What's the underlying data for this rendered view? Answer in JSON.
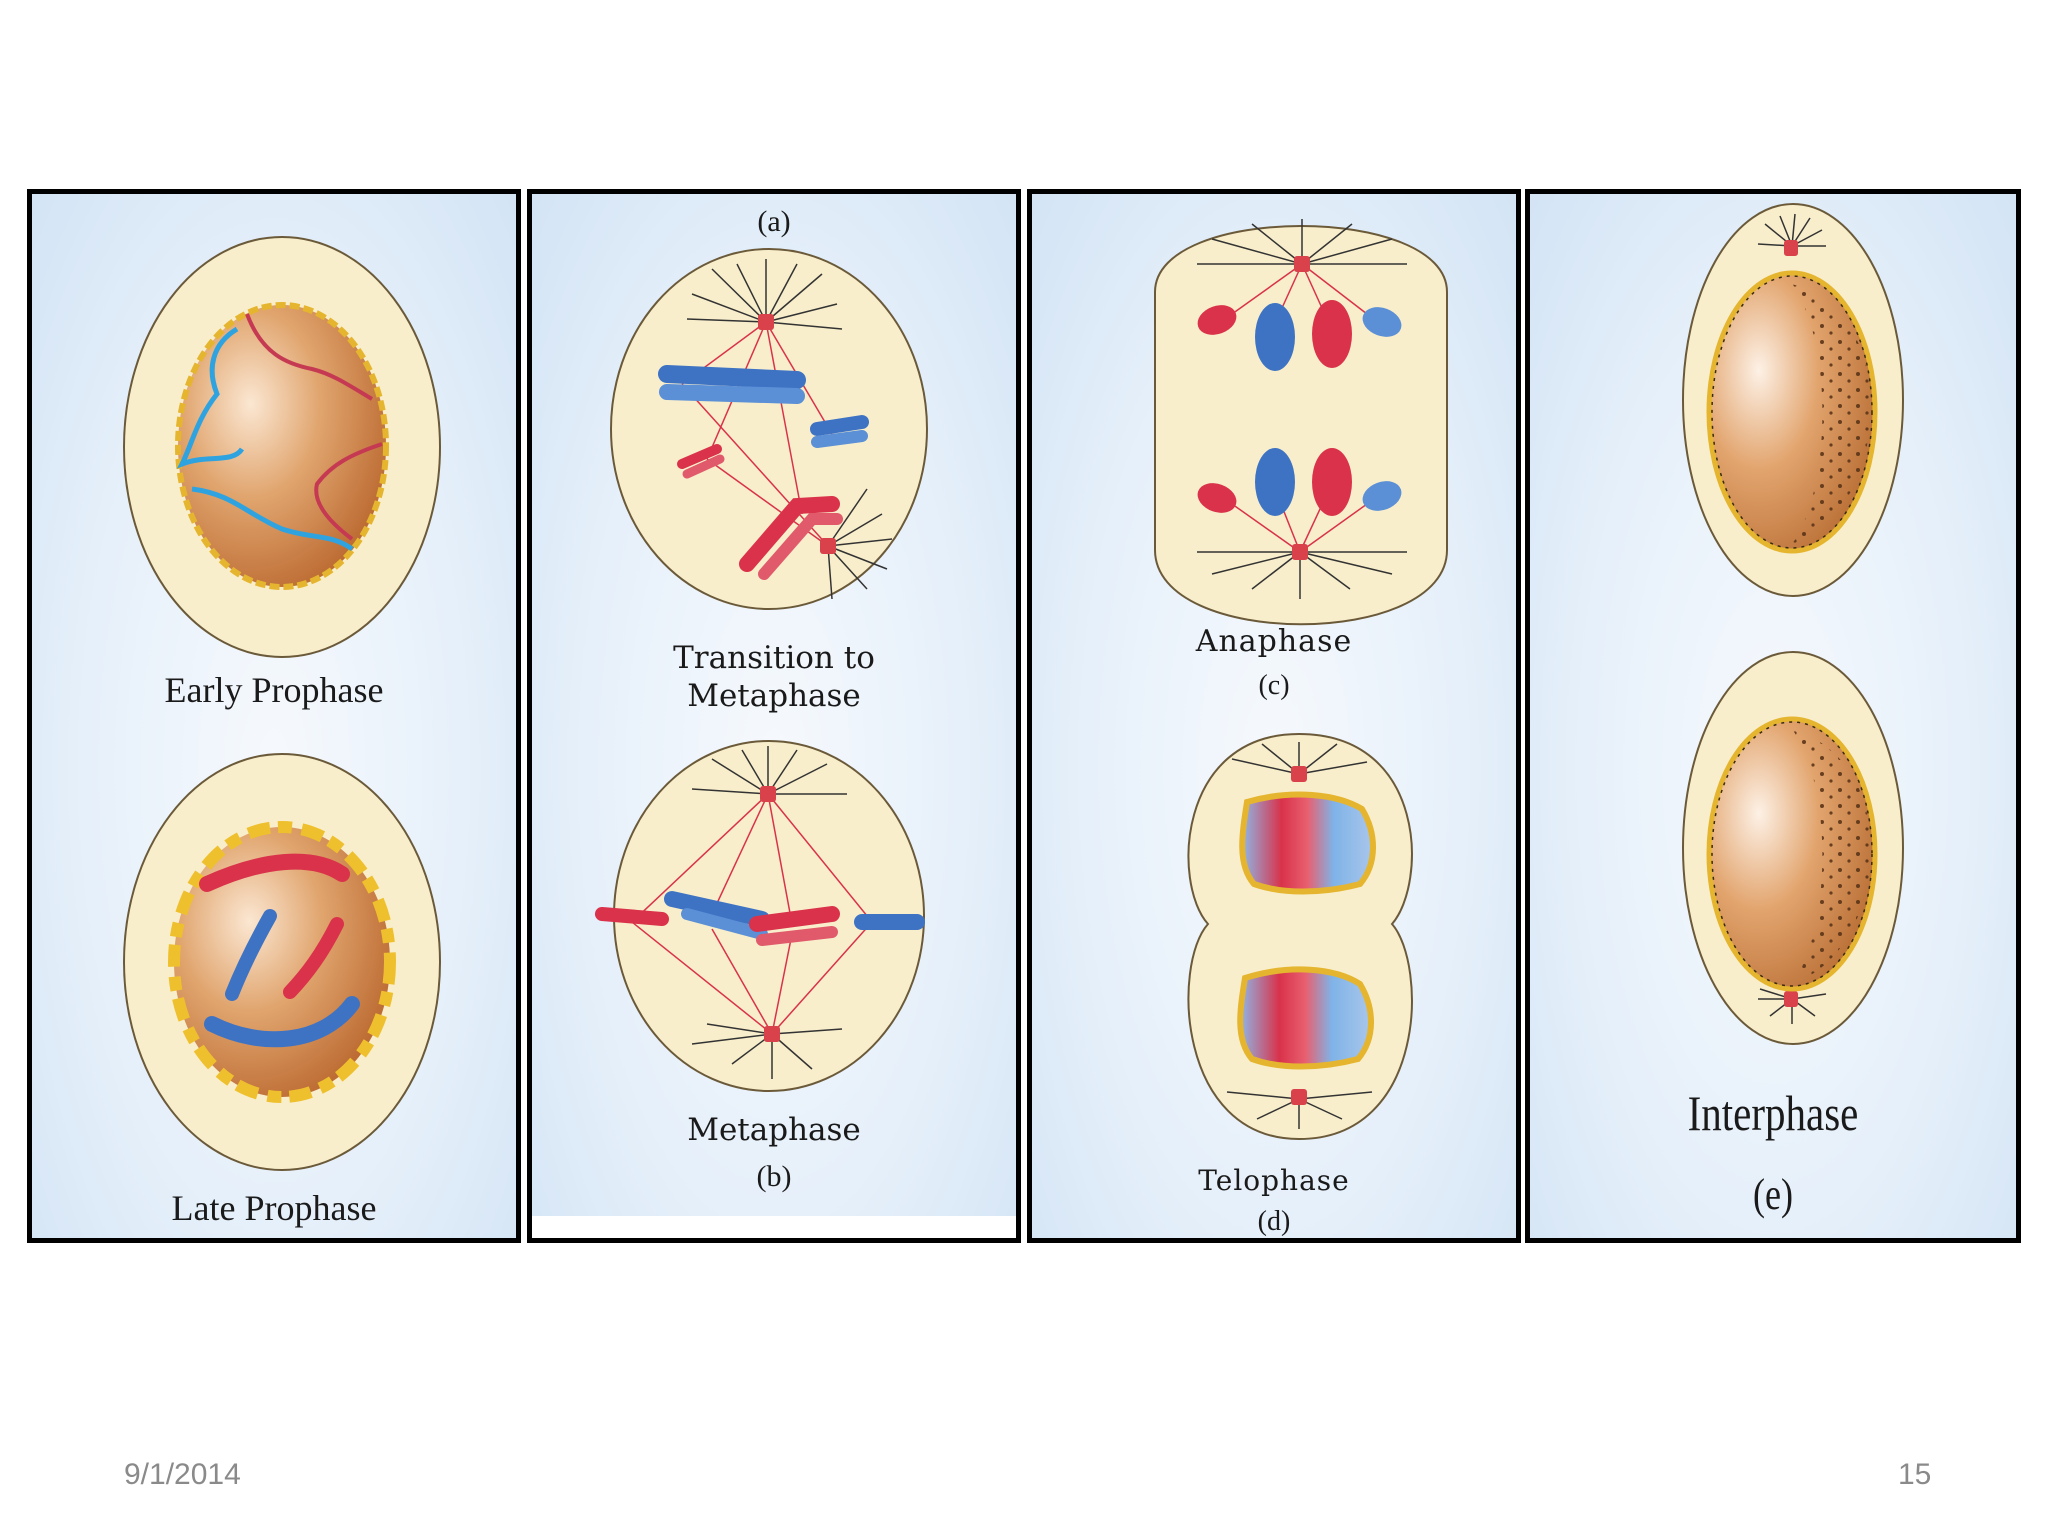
{
  "panels": [
    {
      "labels": {
        "top": "Early Prophase",
        "bottom": "Late Prophase"
      }
    },
    {
      "labels": {
        "tag_a": "(a)",
        "transition": "Transition to\nMetaphase",
        "metaphase": "Metaphase",
        "tag_b": "(b)"
      }
    },
    {
      "labels": {
        "anaphase": "Anaphase",
        "tag_c": "(c)",
        "telophase": "Telophase",
        "tag_d": "(d)"
      }
    },
    {
      "labels": {
        "interphase": "Interphase",
        "tag_e": "(e)"
      }
    }
  ],
  "footer": {
    "date": "9/1/2014",
    "page": "15"
  },
  "colors": {
    "cell": "#f8eecb",
    "nucleus": "#d4915a",
    "chromosome_red": "#d9324a",
    "chromosome_blue": "#3e73c4",
    "thread_blue": "#2fa3e0",
    "membrane_yellow": "#e9c13a"
  }
}
